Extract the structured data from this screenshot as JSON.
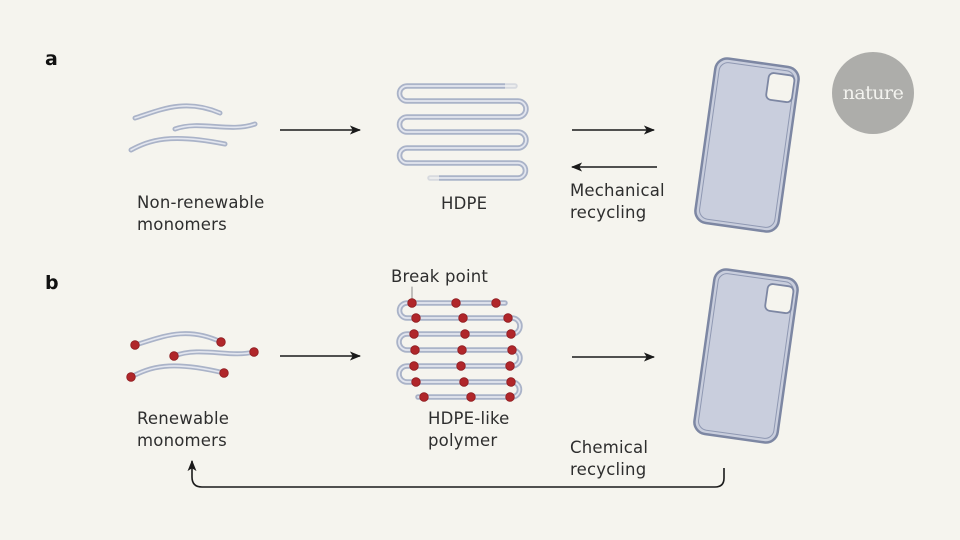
{
  "brand": {
    "logo_text": "nature",
    "logo_color": "#adadaa"
  },
  "colors": {
    "background": "#f5f4ee",
    "strand": "#aab3c8",
    "strand_core": "#e3e6ef",
    "break_point": "#b0262a",
    "phone_fill": "#c9cedd",
    "phone_edge": "#7d87a3",
    "arrow": "#1a1a1a"
  },
  "panel_a": {
    "label": "a",
    "monomers_label_line1": "Non-renewable",
    "monomers_label_line2": "monomers",
    "polymer_label": "HDPE",
    "recycling_label_line1": "Mechanical",
    "recycling_label_line2": "recycling",
    "product_icon": "phone-case-icon"
  },
  "panel_b": {
    "label": "b",
    "monomers_label_line1": "Renewable",
    "monomers_label_line2": "monomers",
    "break_point_label": "Break point",
    "polymer_label_line1": "HDPE-like",
    "polymer_label_line2": "polymer",
    "recycling_label_line1": "Chemical",
    "recycling_label_line2": "recycling",
    "product_icon": "phone-case-icon"
  }
}
